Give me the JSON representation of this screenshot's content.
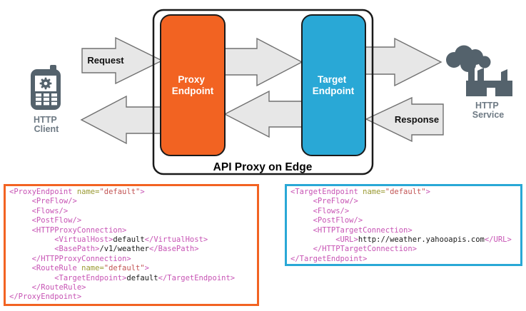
{
  "diagram": {
    "title": "API Proxy on Edge",
    "request_label": "Request",
    "response_label": "Response",
    "proxy_endpoint": {
      "label_line1": "Proxy",
      "label_line2": "Endpoint",
      "color": "#F26322"
    },
    "target_endpoint": {
      "label_line1": "Target",
      "label_line2": "Endpoint",
      "color": "#29A8D6"
    },
    "http_client": {
      "label_line1": "HTTP",
      "label_line2": "Client"
    },
    "http_service": {
      "label_line1": "HTTP",
      "label_line2": "Service"
    },
    "icon_color": "#54626C",
    "arrow_fill": "#E7E7E7"
  },
  "code_panels": {
    "proxy": {
      "border_color": "#F26322",
      "lines": [
        "<ProxyEndpoint name=\"default\">",
        "     <PreFlow/>",
        "     <Flows/>",
        "     <PostFlow/>",
        "     <HTTPProxyConnection>",
        "          <VirtualHost>default</VirtualHost>",
        "          <BasePath>/v1/weather</BasePath>",
        "     </HTTPProxyConnection>",
        "     <RouteRule name=\"default\">",
        "          <TargetEndpoint>default</TargetEndpoint>",
        "     </RouteRule>",
        "</ProxyEndpoint>"
      ]
    },
    "target": {
      "border_color": "#29A8D6",
      "lines": [
        "<TargetEndpoint name=\"default\">",
        "     <PreFlow/>",
        "     <Flows/>",
        "     <PostFlow/>",
        "     <HTTPTargetConnection>",
        "          <URL>http://weather.yahooapis.com</URL>",
        "     </HTTPTargetConnection>",
        "</TargetEndpoint>"
      ]
    }
  },
  "syntax_colors": {
    "tag": "#C753B4",
    "attribute": "#9A9A33",
    "value": "#C25454",
    "text": "#1A1A1A"
  }
}
